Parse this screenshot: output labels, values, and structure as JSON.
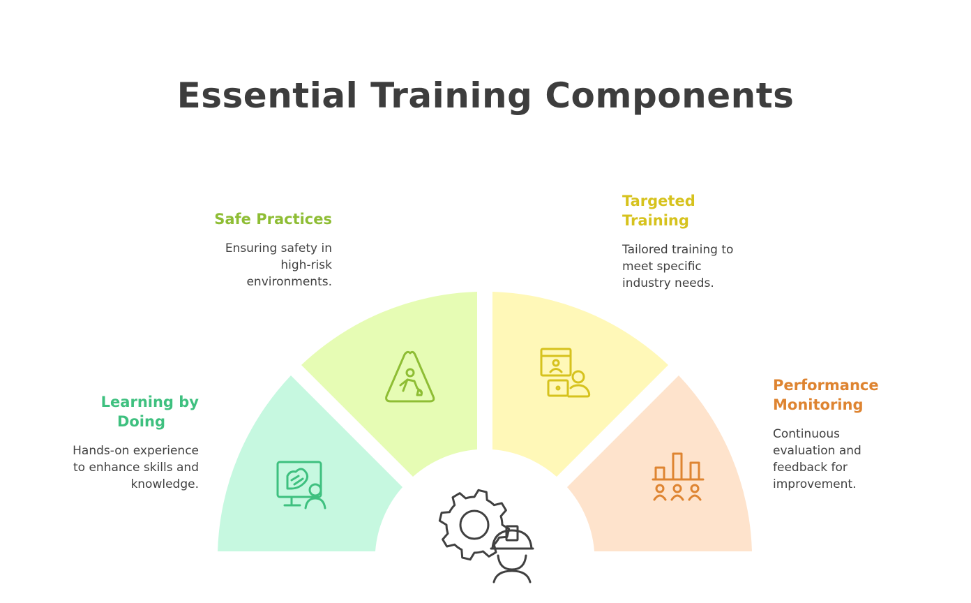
{
  "title": "Essential Training Components",
  "segments": [
    {
      "title_lines": [
        "Learning by",
        "Doing"
      ],
      "description_lines": [
        "Hands-on experience",
        "to enhance skills and",
        "knowledge."
      ],
      "color": "#3ec07f",
      "fill": "#c6f8e0",
      "icon": "learning-by-doing-icon"
    },
    {
      "title_lines": [
        "Safe Practices"
      ],
      "description_lines": [
        "Ensuring safety in",
        "high-risk",
        "environments."
      ],
      "color": "#8ebd34",
      "fill": "#e6fcb4",
      "icon": "safety-warning-icon"
    },
    {
      "title_lines": [
        "Targeted",
        "Training"
      ],
      "description_lines": [
        "Tailored training to",
        "meet specific",
        "industry needs."
      ],
      "color": "#d6c21d",
      "fill": "#fff8b8",
      "icon": "online-training-icon"
    },
    {
      "title_lines": [
        "Performance",
        "Monitoring"
      ],
      "description_lines": [
        "Continuous",
        "evaluation and",
        "feedback for",
        "improvement."
      ],
      "color": "#de8431",
      "fill": "#fee3cc",
      "icon": "performance-chart-icon"
    }
  ],
  "center_icon": "gear-worker-icon"
}
